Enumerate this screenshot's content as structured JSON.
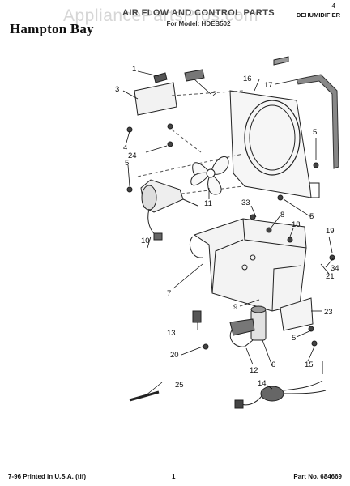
{
  "header": {
    "brand": "Hampton Bay",
    "title": "AIR FLOW AND CONTROL PARTS",
    "subtitle": "For Model: HDEB502",
    "doc_type": "DEHUMIDIFIER",
    "corner_mark": "4"
  },
  "watermark": "AppliancePartsPros.com",
  "part_numbers": [
    "1",
    "2",
    "3",
    "4",
    "5",
    "5",
    "5",
    "5",
    "6",
    "7",
    "8",
    "9",
    "10",
    "11",
    "12",
    "13",
    "14",
    "15",
    "16",
    "17",
    "18",
    "19",
    "20",
    "21",
    "23",
    "24",
    "25",
    "33",
    "34"
  ],
  "footer": {
    "print_info": "7-96 Printed in U.S.A. (tif)",
    "page_number": "1",
    "part_no": "Part No. 684669"
  }
}
